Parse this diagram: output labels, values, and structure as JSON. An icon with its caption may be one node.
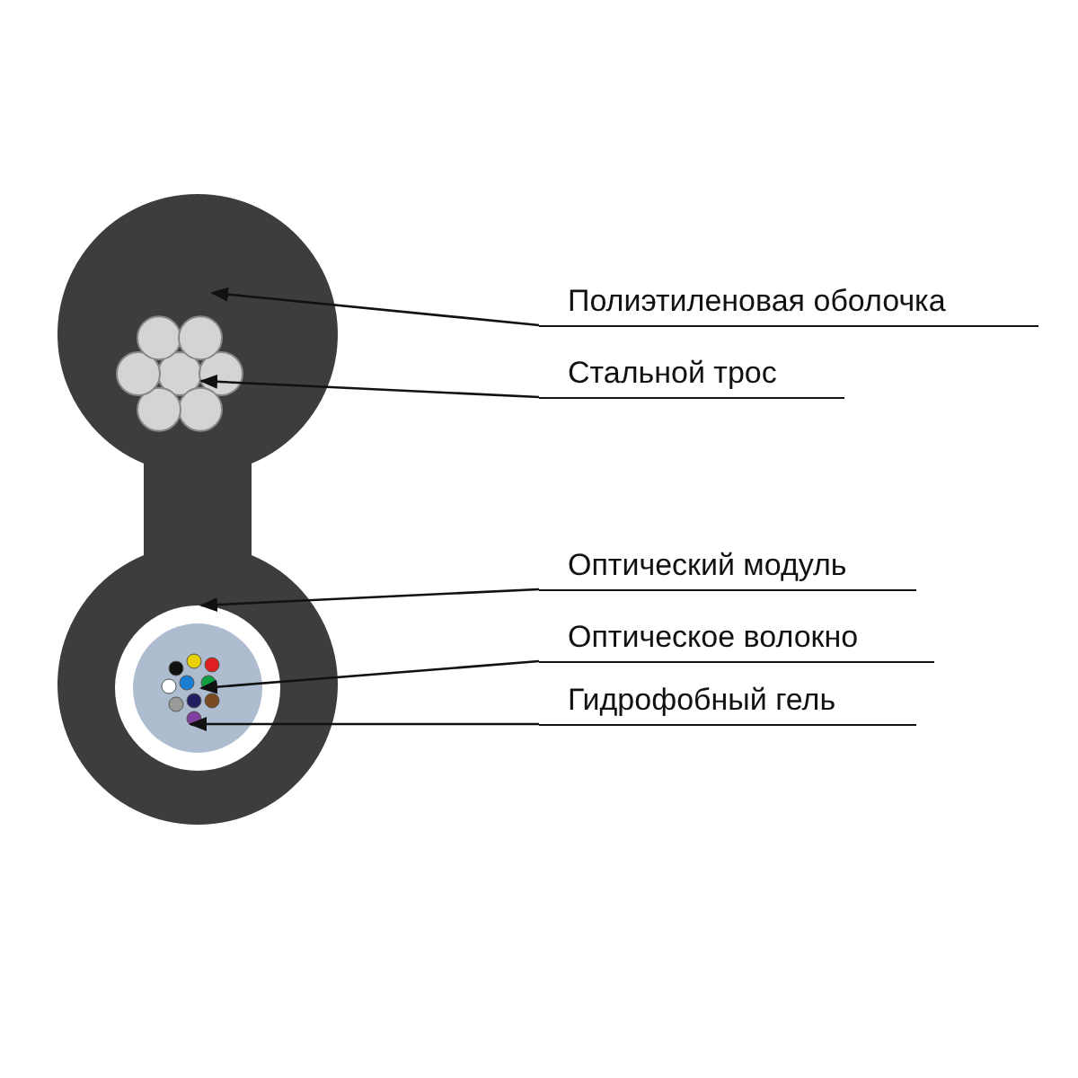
{
  "diagram": {
    "nodes": [
      {
        "text": [
          "Полиэтиленовая оболочка"
        ]
      },
      {
        "text": [
          "Стальной трос"
        ]
      },
      {
        "text": [
          "Оптический модуль"
        ]
      },
      {
        "text": [
          "Оптическое волокно"
        ]
      },
      {
        "text": [
          "Гидрофобный гель"
        ]
      },
      {
        "text": [],
        "shape": "picture"
      },
      {
        "text": [],
        "shape": "circle",
        "in": 5
      },
      {
        "text": [],
        "shape": "circle",
        "in": 5
      },
      {
        "text": [],
        "shape": "circle",
        "in": 9
      },
      {
        "text": [],
        "shape": "circle",
        "in": 7
      }
    ],
    "edges": [
      {
        "from": 0,
        "to": 5,
        "arrow": "to"
      },
      {
        "from": 1,
        "to": 6,
        "arrow": "to"
      },
      {
        "from": 2,
        "to": 7,
        "arrow": "to"
      },
      {
        "from": 3,
        "to": 8,
        "arrow": "to"
      },
      {
        "from": 4,
        "to": 9,
        "arrow": "to"
      }
    ]
  }
}
